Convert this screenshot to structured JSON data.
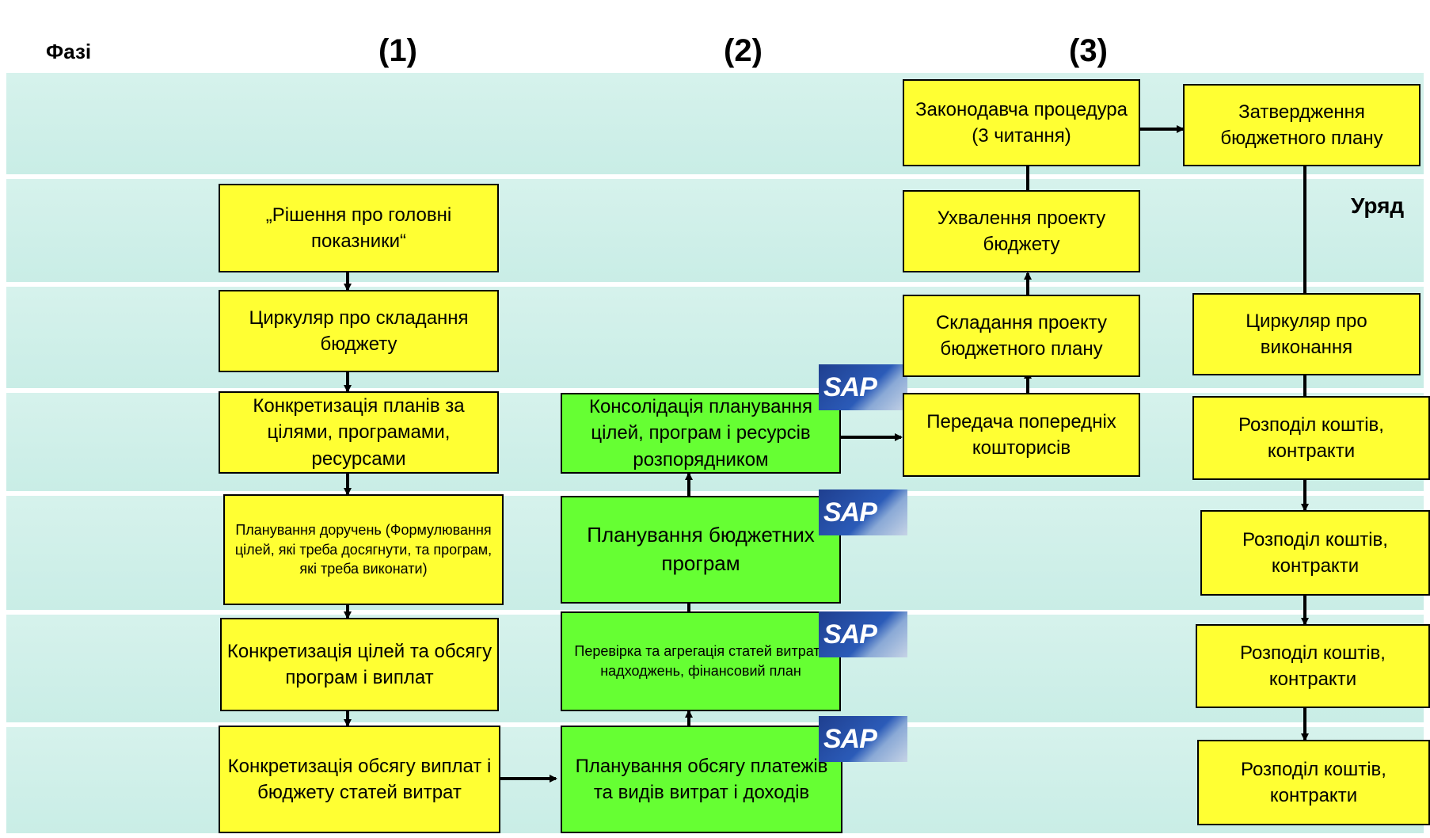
{
  "header": {
    "phases_label": "Фазі",
    "phase1": "(1)",
    "phase2": "(2)",
    "phase3": "(3)"
  },
  "side_label": "Уряд",
  "sap_logo_text": "SAP",
  "colors": {
    "band": "#cdeee8",
    "yellow_box": "#ffff33",
    "green_box": "#66ff33"
  },
  "boxes": {
    "c1_decision": "„Рішення про головні показники“",
    "c1_circular": "Циркуляр про складання бюджету",
    "c1_concretize_plans": "Конкретизація планів за цілями, програмами, ресурсами",
    "c1_planning_tasks": "Планування доручень (Формулювання цілей, які треба досягнути, та програм, які треба виконати)",
    "c1_concretize_goals": "Конкретизація цілей та обсягу програм і виплат",
    "c1_concretize_volume": "Конкретизація обсягу виплат і бюджету статей витрат",
    "c2_consolidation": "Консолідація планування цілей, програм і ресурсів розпорядником",
    "c2_program_planning": "Планування бюджетних програм",
    "c2_check": "Перевірка та агрегація статей витрат і надходжень, фінансовий план",
    "c2_payment_planning": "Планування обсягу платежів та видів витрат і доходів",
    "c3_legislative": "Законодавча процедура (3 читання)",
    "c3_approval_draft": "Ухвалення проекту бюджету",
    "c3_drafting": "Складання проекту бюджетного плану",
    "c3_transfer": "Передача попередніх кошторисів",
    "c4_approve_plan": "Затвердження бюджетного плану",
    "c4_circular_exec": "Циркуляр про виконання",
    "c4_alloc1": "Розподіл коштів, контракти",
    "c4_alloc2": "Розподіл коштів, контракти",
    "c4_alloc3": "Розподіл коштів, контракти",
    "c4_alloc4": "Розподіл коштів, контракти"
  }
}
